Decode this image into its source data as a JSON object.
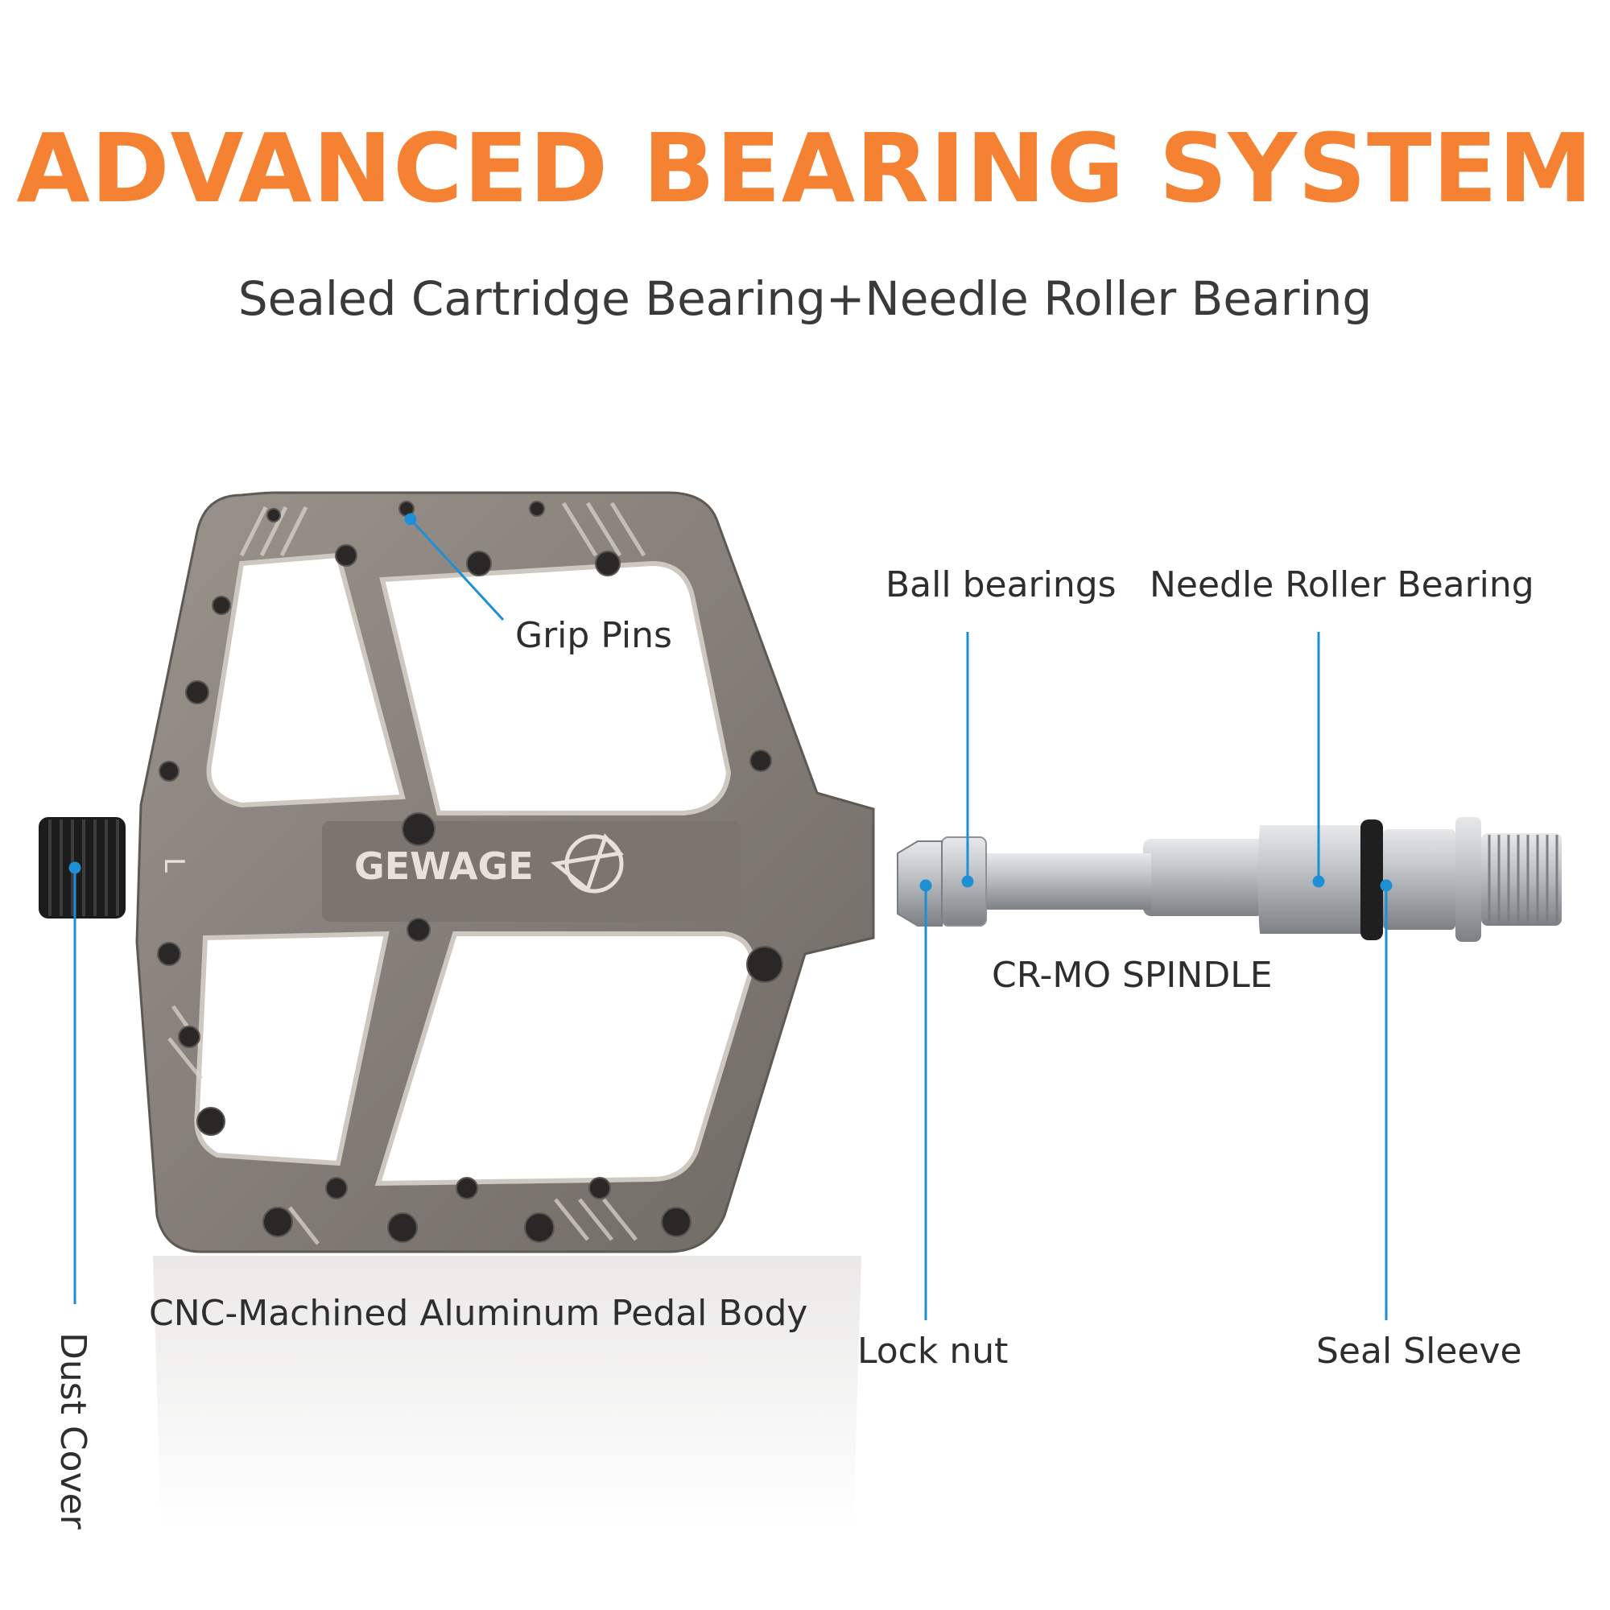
{
  "header": {
    "title": "ADVANCED BEARING SYSTEM",
    "subtitle": "Sealed Cartridge Bearing+Needle Roller Bearing"
  },
  "pedal": {
    "brand": "GEWAGE",
    "side_mark": "L"
  },
  "labels": {
    "grip_pins": "Grip Pins",
    "ball_bearings": "Ball bearings",
    "needle_roller_bearing": "Needle Roller Bearing",
    "spindle": "CR-MO SPINDLE",
    "pedal_body": "CNC-Machined Aluminum Pedal Body",
    "lock_nut": "Lock nut",
    "seal_sleeve": "Seal Sleeve",
    "dust_cover": "Dust Cover"
  },
  "colors": {
    "title_orange": "#F58233",
    "callout_blue": "#1E8FD5",
    "pedal_gray": "#8a837d",
    "spindle_silver": "#b5b8bc"
  }
}
